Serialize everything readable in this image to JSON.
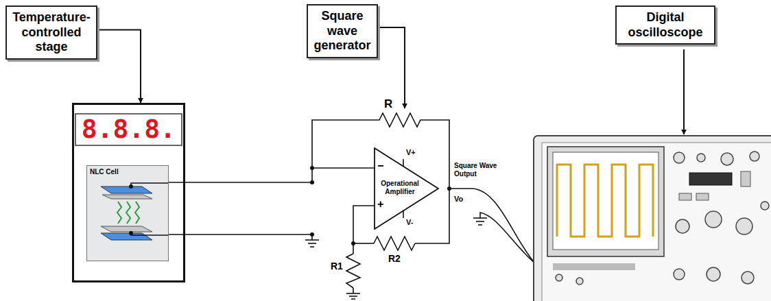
{
  "diagram": {
    "nodes": [
      {
        "text": [
          "Temperature-controlled stage"
        ]
      },
      {
        "text": [
          "Square wave generator"
        ]
      },
      {
        "text": [
          "Digital oscilloscope"
        ]
      },
      {
        "text": [
          "8.8.8."
        ]
      },
      {
        "text": [
          "NLC Cell"
        ],
        "in": 3
      },
      {
        "text": [
          "Operational Amplifier"
        ]
      }
    ],
    "edges": [
      {
        "from": 0,
        "to": 3,
        "arrow": "to"
      }
    ],
    "labels": [
      "R",
      "V+",
      "V-",
      "−",
      "+",
      "Square Wave Output",
      "Vo",
      "R1",
      "R2"
    ]
  }
}
